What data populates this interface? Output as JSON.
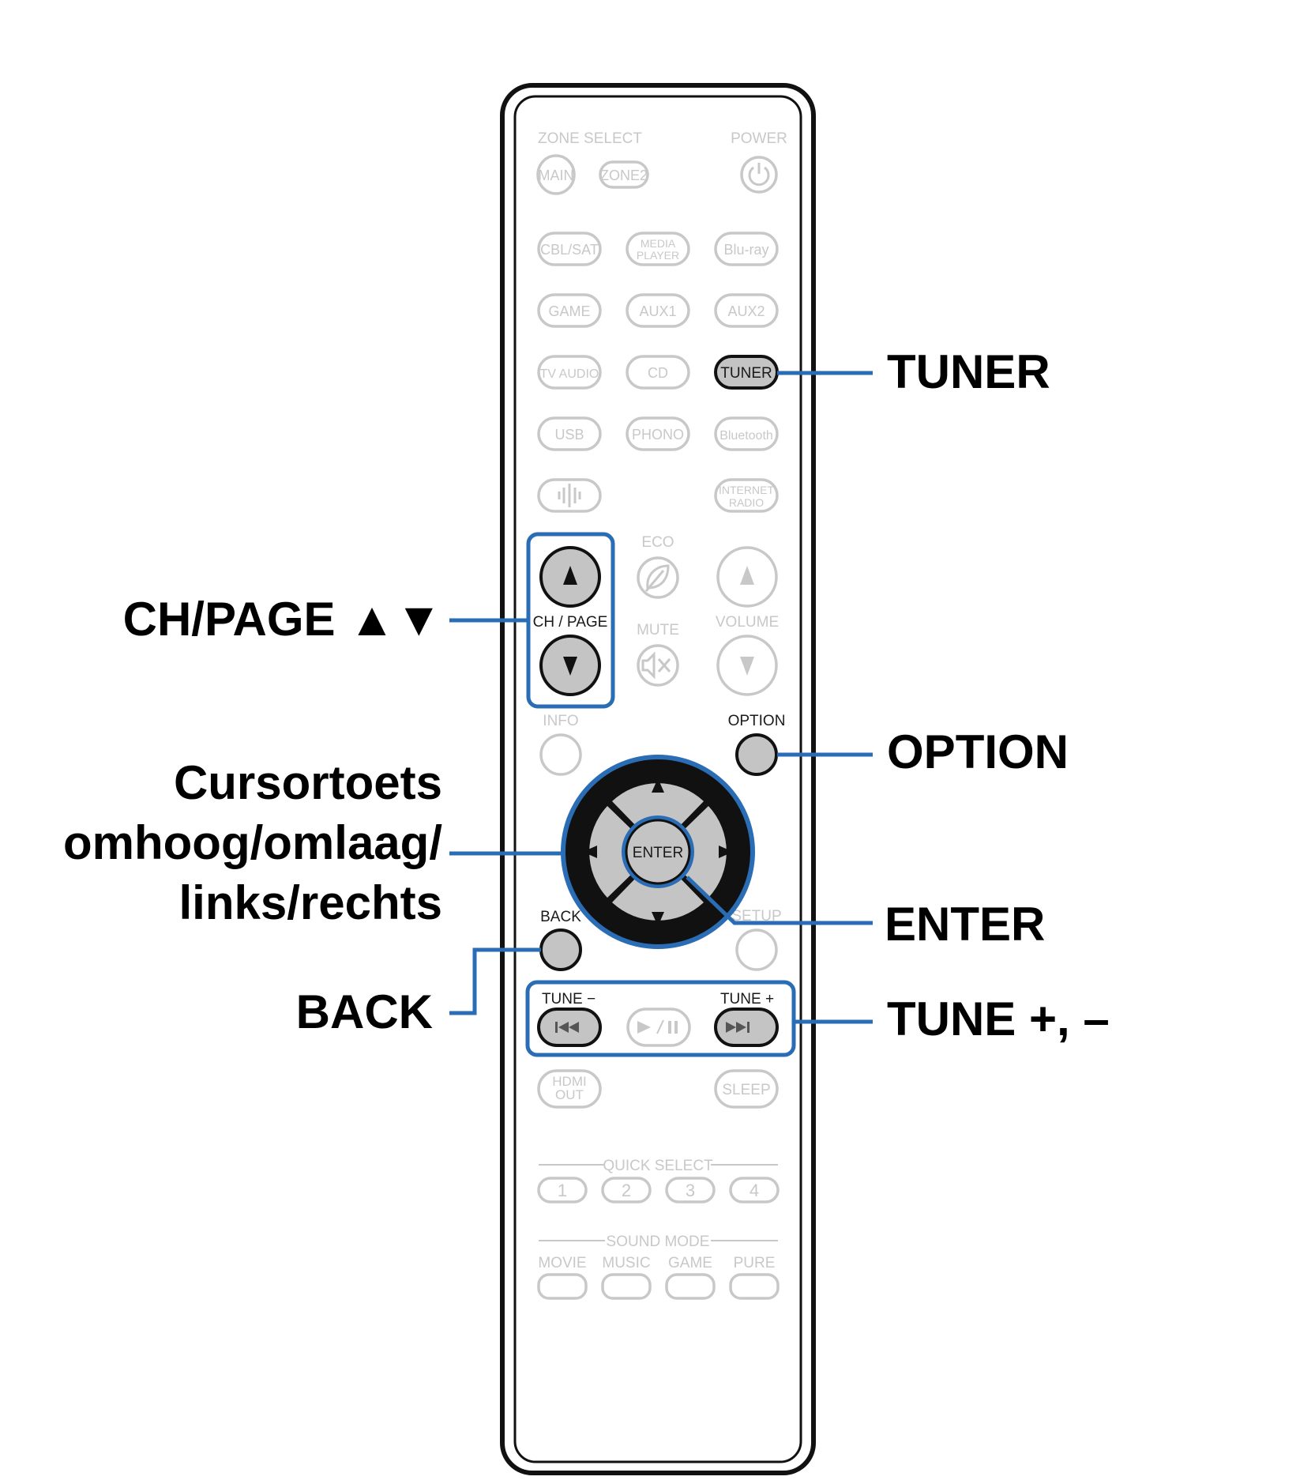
{
  "remote": {
    "zone_select": {
      "label": "ZONE SELECT",
      "main": "MAIN",
      "zone2": "ZONE2"
    },
    "power": {
      "label": "POWER",
      "icon": "power-icon"
    },
    "sources": {
      "cbl_sat": "CBL/SAT",
      "media_player": [
        "MEDIA",
        "PLAYER"
      ],
      "bluray": "Blu-ray",
      "game": "GAME",
      "aux1": "AUX1",
      "aux2": "AUX2",
      "tv_audio": "TV AUDIO",
      "cd": "CD",
      "tuner": "TUNER",
      "usb": "USB",
      "phono": "PHONO",
      "bluetooth": "Bluetooth",
      "heos_icon": "heos-icon",
      "internet_radio": [
        "INTERNET",
        "RADIO"
      ]
    },
    "eco": "ECO",
    "mute": "MUTE",
    "ch_page": "CH / PAGE",
    "volume": "VOLUME",
    "info": "INFO",
    "option": "OPTION",
    "enter": "ENTER",
    "back": "BACK",
    "setup": "SETUP",
    "tune_minus": "TUNE −",
    "tune_plus": "TUNE +",
    "hdmi_out": [
      "HDMI",
      "OUT"
    ],
    "sleep": "SLEEP",
    "quick_select": {
      "label": "QUICK SELECT",
      "buttons": [
        "1",
        "2",
        "3",
        "4"
      ]
    },
    "sound_mode": {
      "label": "SOUND MODE",
      "buttons": [
        "MOVIE",
        "MUSIC",
        "GAME",
        "PURE"
      ]
    }
  },
  "callouts": {
    "tuner": "TUNER",
    "ch_page": "CH/PAGE  ▲▼",
    "option": "OPTION",
    "cursor": [
      "Cursortoets",
      "omhoog/omlaag/",
      "links/rechts"
    ],
    "enter": "ENTER",
    "back": "BACK",
    "tune": "TUNE +, –"
  },
  "colors": {
    "highlight": "#2a6db5",
    "inactive": "#c8c8c8",
    "active_fill": "#c4c4c4",
    "outline": "#111111"
  }
}
